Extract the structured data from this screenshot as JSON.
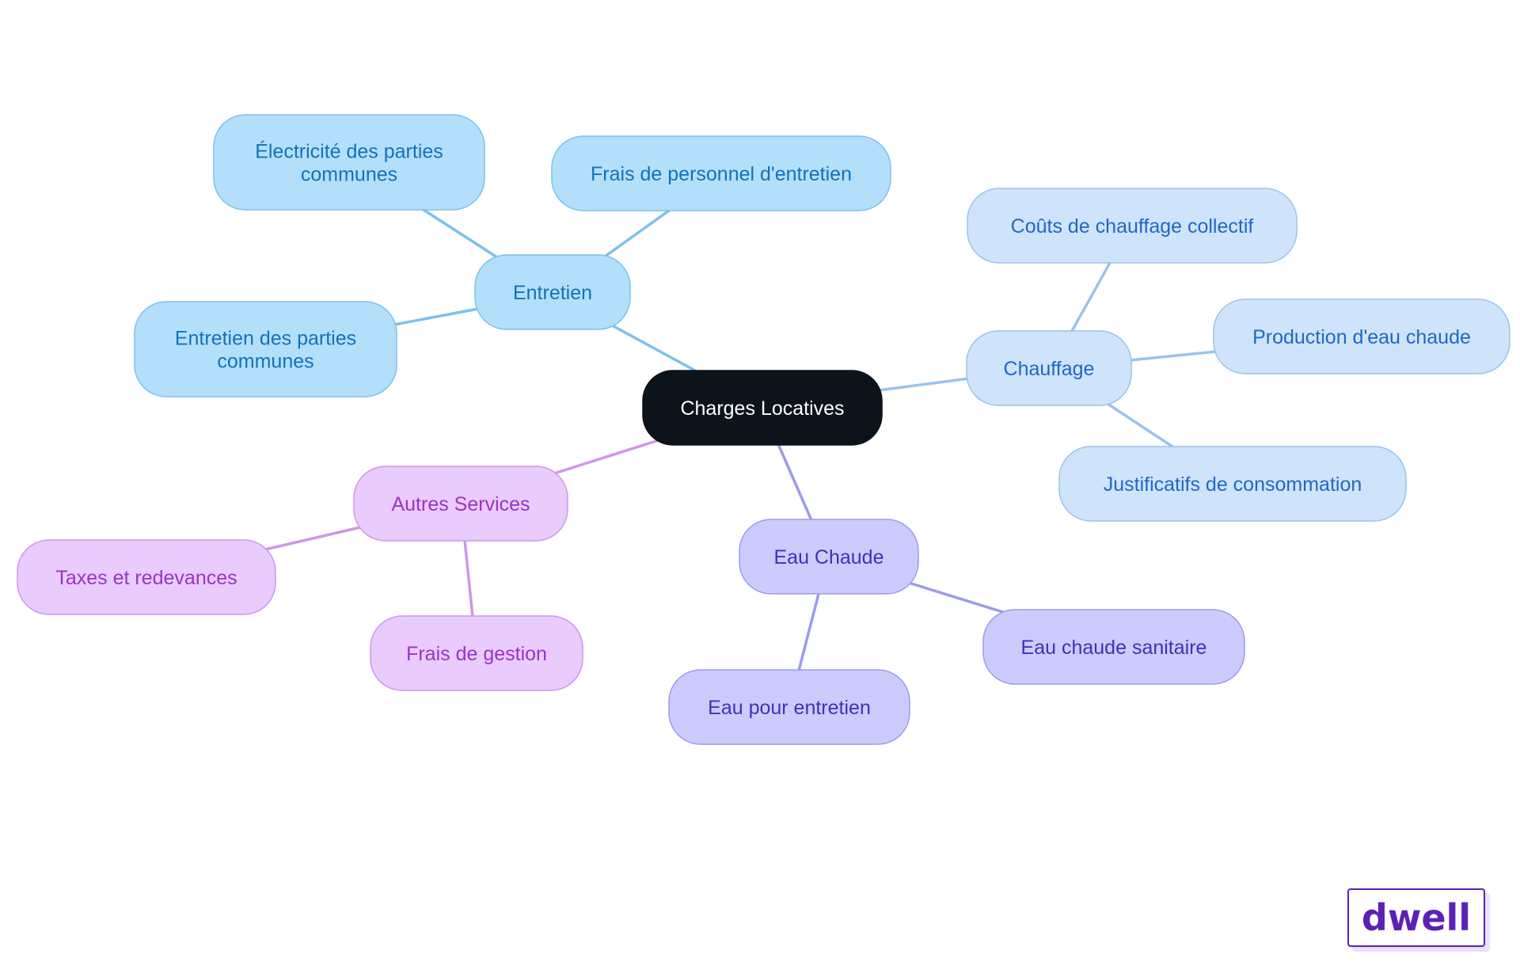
{
  "root": {
    "id": "root",
    "label": "Charges Locatives",
    "fill": "#0d131b",
    "stroke": "#0d131b",
    "text": "#ffffff"
  },
  "branches": [
    {
      "id": "entretien",
      "label": "Entretien",
      "fill": "#b3dffb",
      "stroke": "#7cc1ea",
      "text": "#1372b8",
      "line": "#7cc1ea",
      "children": [
        {
          "id": "electricite",
          "label": [
            "Électricité des parties",
            "communes"
          ]
        },
        {
          "id": "personnel",
          "label": [
            "Frais de personnel d'entretien"
          ]
        },
        {
          "id": "parties-communes",
          "label": [
            "Entretien des parties",
            "communes"
          ]
        }
      ]
    },
    {
      "id": "chauffage",
      "label": "Chauffage",
      "fill": "#cfe3fb",
      "stroke": "#99c3ed",
      "text": "#1f68c5",
      "line": "#99c3ed",
      "children": [
        {
          "id": "collectif",
          "label": [
            "Coûts de chauffage collectif"
          ]
        },
        {
          "id": "production",
          "label": [
            "Production d'eau chaude"
          ]
        },
        {
          "id": "justificatifs",
          "label": [
            "Justificatifs de consommation"
          ]
        }
      ]
    },
    {
      "id": "eau-chaude",
      "label": "Eau Chaude",
      "fill": "#cccbfd",
      "stroke": "#9c9bea",
      "text": "#3b33b9",
      "line": "#9c9bea",
      "children": [
        {
          "id": "sanitaire",
          "label": [
            "Eau chaude sanitaire"
          ]
        },
        {
          "id": "eau-entretien",
          "label": [
            "Eau pour entretien"
          ]
        }
      ]
    },
    {
      "id": "autres",
      "label": "Autres Services",
      "fill": "#e9cbfd",
      "stroke": "#cd96ec",
      "text": "#9a34c4",
      "line": "#cd96ec",
      "children": [
        {
          "id": "taxes",
          "label": [
            "Taxes et redevances"
          ]
        },
        {
          "id": "gestion",
          "label": [
            "Frais de gestion"
          ]
        }
      ]
    }
  ],
  "logo": {
    "text": "dwell",
    "color": "#5b21b6"
  }
}
